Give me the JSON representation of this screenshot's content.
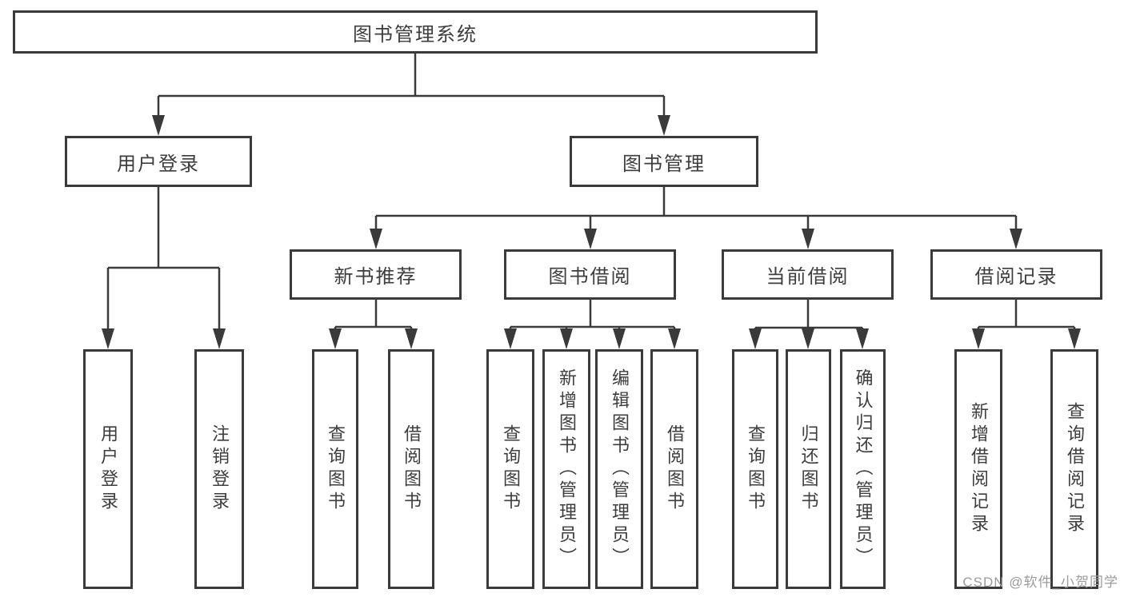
{
  "tree": {
    "root": "图书管理系统",
    "branches": [
      {
        "label": "用户登录",
        "children": [
          "用户登录",
          "注销登录"
        ]
      },
      {
        "label": "图书管理",
        "sections": [
          {
            "label": "新书推荐",
            "children": [
              "查询图书",
              "借阅图书"
            ]
          },
          {
            "label": "图书借阅",
            "children": [
              "查询图书",
              "新增图书（管理员）",
              "编辑图书（管理员）",
              "借阅图书"
            ]
          },
          {
            "label": "当前借阅",
            "children": [
              "查询图书",
              "归还图书",
              "确认归还（管理员）"
            ]
          },
          {
            "label": "借阅记录",
            "children": [
              "新增借阅记录",
              "查询借阅记录"
            ]
          }
        ]
      }
    ]
  },
  "watermark": "CSDN @软件_小贺同学",
  "colors": {
    "line": "#3a3a3a",
    "text": "#3d3d3d",
    "watermark": "#9b9b9b",
    "background": "#ffffff"
  }
}
